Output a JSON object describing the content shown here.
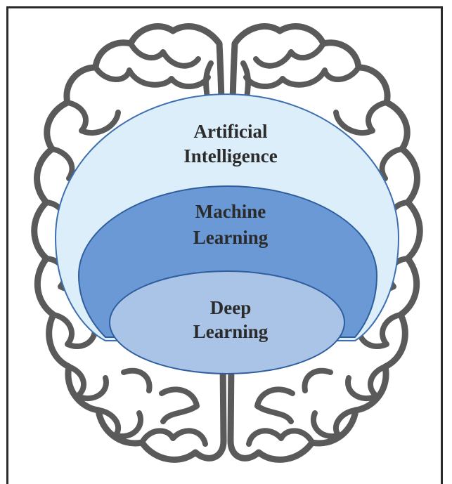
{
  "diagram": {
    "layers": [
      {
        "id": "ai",
        "line1": "Artificial",
        "line2": "Intelligence",
        "color": "#ddeefb"
      },
      {
        "id": "ml",
        "line1": "Machine",
        "line2": "Learning",
        "color": "#6a99d6"
      },
      {
        "id": "dl",
        "line1": "Deep",
        "line2": "Learning",
        "color": "#a9c4e6"
      }
    ],
    "background_icon": "brain-icon",
    "frame_color": "#2a2a2a",
    "outline_color": "#5a5a5a"
  }
}
